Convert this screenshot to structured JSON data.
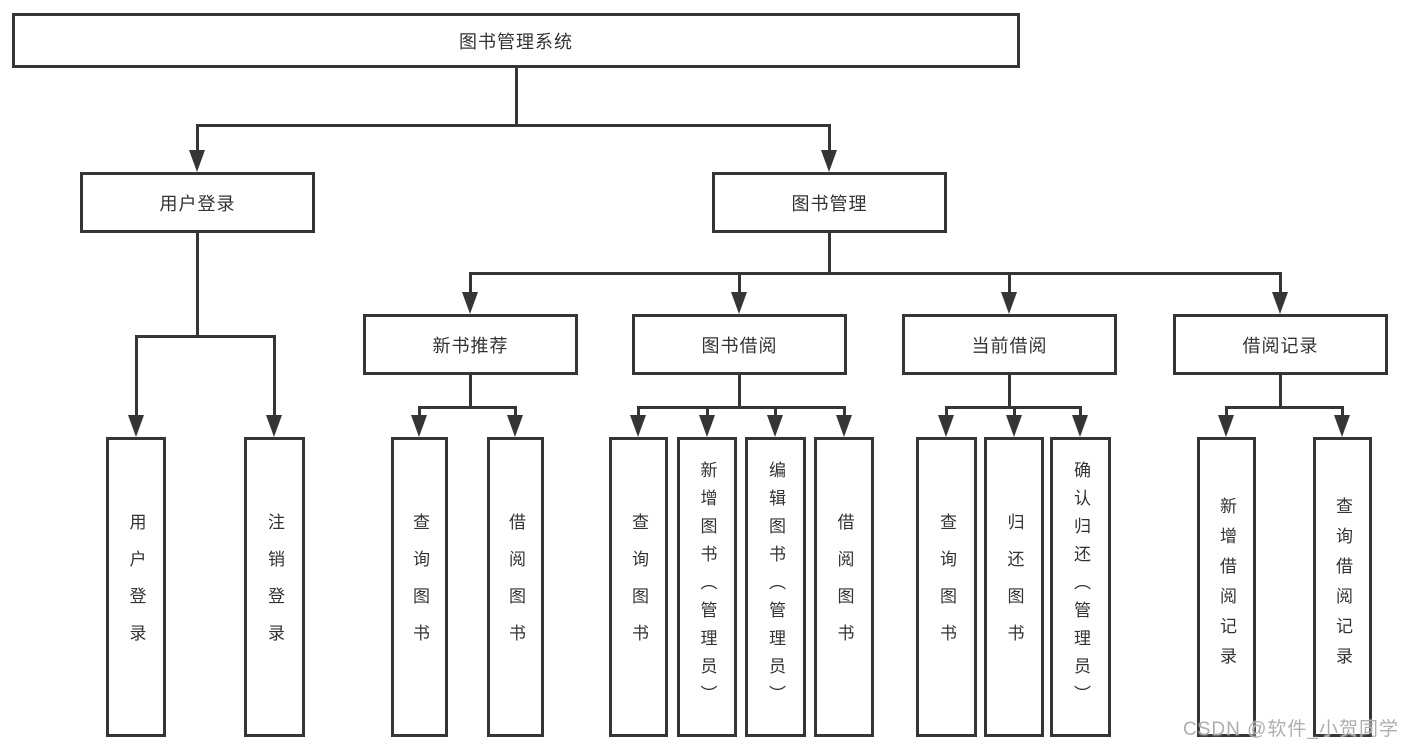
{
  "tree": {
    "root": "图书管理系统",
    "branches": [
      {
        "label": "用户登录",
        "children": [
          "用户登录",
          "注销登录"
        ]
      },
      {
        "label": "图书管理",
        "sections": [
          {
            "label": "新书推荐",
            "children": [
              "查询图书",
              "借阅图书"
            ]
          },
          {
            "label": "图书借阅",
            "children": [
              "查询图书",
              "新增图书（管理员）",
              "编辑图书（管理员）",
              "借阅图书"
            ]
          },
          {
            "label": "当前借阅",
            "children": [
              "查询图书",
              "归还图书",
              "确认归还（管理员）"
            ]
          },
          {
            "label": "借阅记录",
            "children": [
              "新增借阅记录",
              "查询借阅记录"
            ]
          }
        ]
      }
    ]
  },
  "watermark": "CSDN @软件_小贺同学",
  "colors": {
    "line": "#353535",
    "text": "#333333",
    "watermark": "#aeaeae",
    "background": "#ffffff"
  }
}
